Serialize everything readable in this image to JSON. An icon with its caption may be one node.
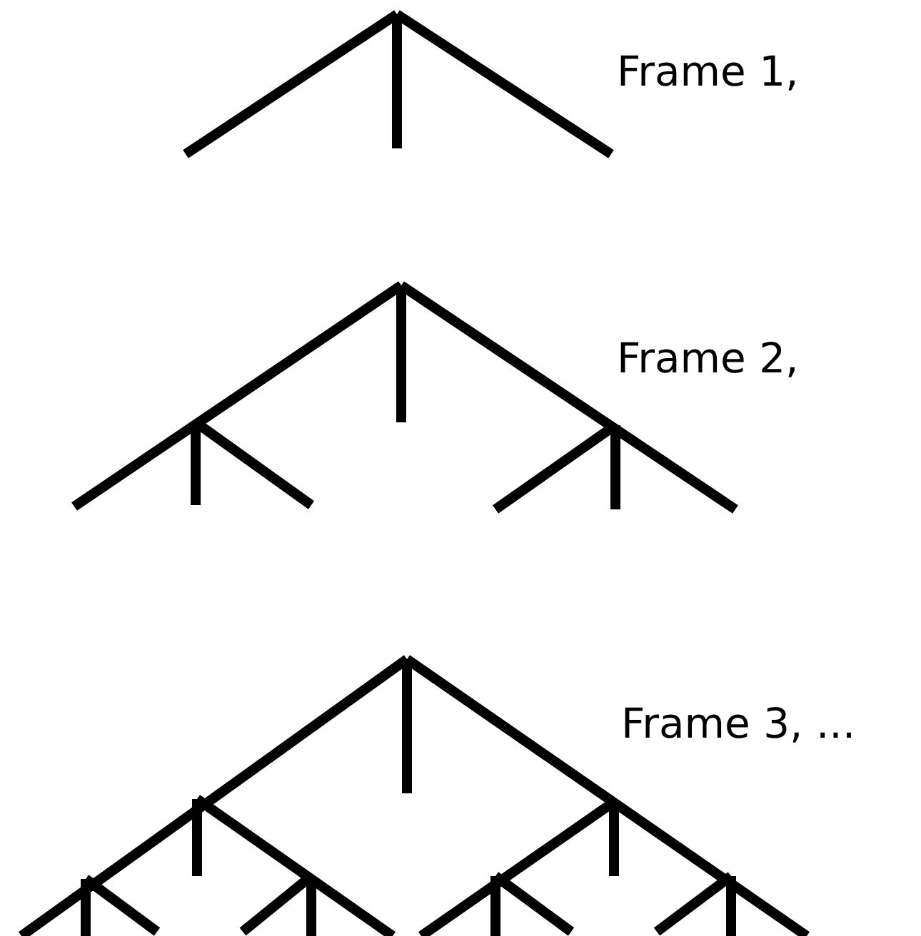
{
  "diagram": {
    "labels": [
      "Frame 1,",
      "Frame 2,",
      "Frame 3, ..."
    ]
  }
}
